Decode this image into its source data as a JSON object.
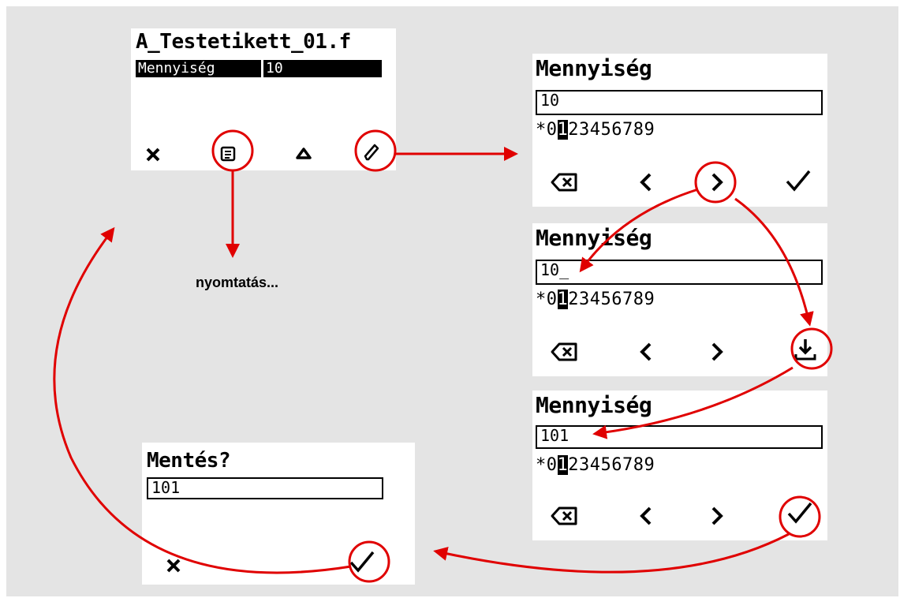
{
  "colors": {
    "frame_bg": "#e4e4e4",
    "accent": "#e00000",
    "screen_bg": "#ffffff",
    "ink": "#000000"
  },
  "screen_main": {
    "title": "A_Testetikett_01.f",
    "field_label": "Mennyiség",
    "field_value": "10",
    "icons": [
      "close-icon",
      "print-icon",
      "up-icon",
      "edit-icon"
    ]
  },
  "print_label": "nyomtatás...",
  "screen_edit_1": {
    "title": "Mennyiség",
    "value": "10",
    "digits_before": "*0",
    "digits_selected": "1",
    "digits_after": "23456789",
    "icons": [
      "backspace-icon",
      "left-icon",
      "right-icon",
      "check-icon"
    ]
  },
  "screen_edit_2": {
    "title": "Mennyiség",
    "value": "10_",
    "digits_before": "*0",
    "digits_selected": "1",
    "digits_after": "23456789",
    "icons": [
      "backspace-icon",
      "left-icon",
      "right-icon",
      "insert-icon"
    ]
  },
  "screen_edit_3": {
    "title": "Mennyiség",
    "value": "101",
    "digits_before": "*0",
    "digits_selected": "1",
    "digits_after": "23456789",
    "icons": [
      "backspace-icon",
      "left-icon",
      "right-icon",
      "check-icon"
    ]
  },
  "screen_save": {
    "title": "Mentés?",
    "value": "101",
    "icons": [
      "close-icon",
      "check-icon"
    ]
  }
}
